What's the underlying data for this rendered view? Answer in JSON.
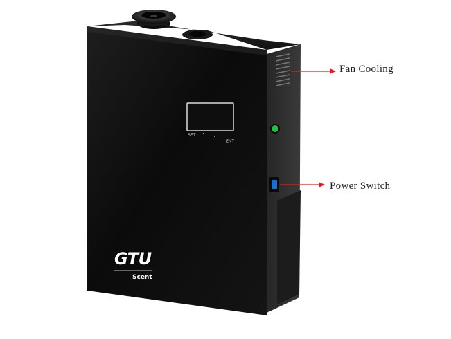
{
  "product": {
    "brand_logo": "GTU",
    "brand_sub": "Scent",
    "panel_buttons": {
      "set": "SET",
      "up": "⌃",
      "down": "⌄",
      "ent": "ENT"
    }
  },
  "callouts": {
    "fan_cooling": "Fan Cooling",
    "power_switch": "Power Switch"
  },
  "colors": {
    "body": "#0d0d0d",
    "arrow": "#e02020",
    "indicator_green": "#1fc23a",
    "switch_blue": "#1a6fd6"
  },
  "icons": [
    "fan-vent-icon",
    "green-indicator-icon",
    "power-switch-icon"
  ]
}
